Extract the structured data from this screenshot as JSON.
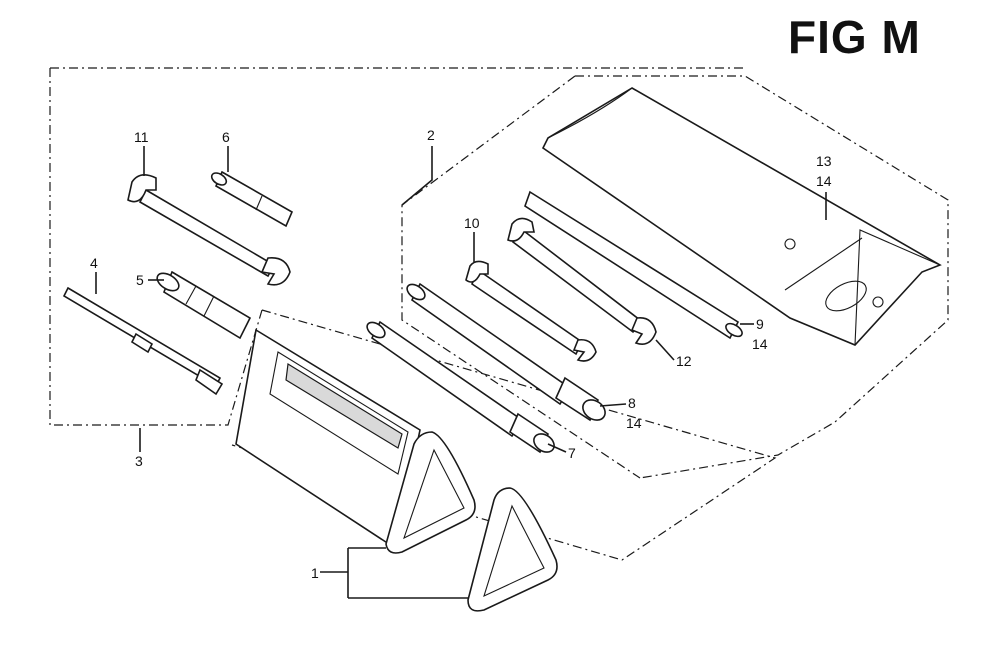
{
  "figure": {
    "title": "FIG M"
  },
  "callouts": {
    "c1": "1",
    "c2": "2",
    "c3": "3",
    "c4": "4",
    "c5": "5",
    "c6": "6",
    "c7": "7",
    "c8": "8",
    "c8b": "14",
    "c9": "9",
    "c9b": "14",
    "c10": "10",
    "c11": "11",
    "c12": "12",
    "c13": "13",
    "c13b": "14"
  }
}
